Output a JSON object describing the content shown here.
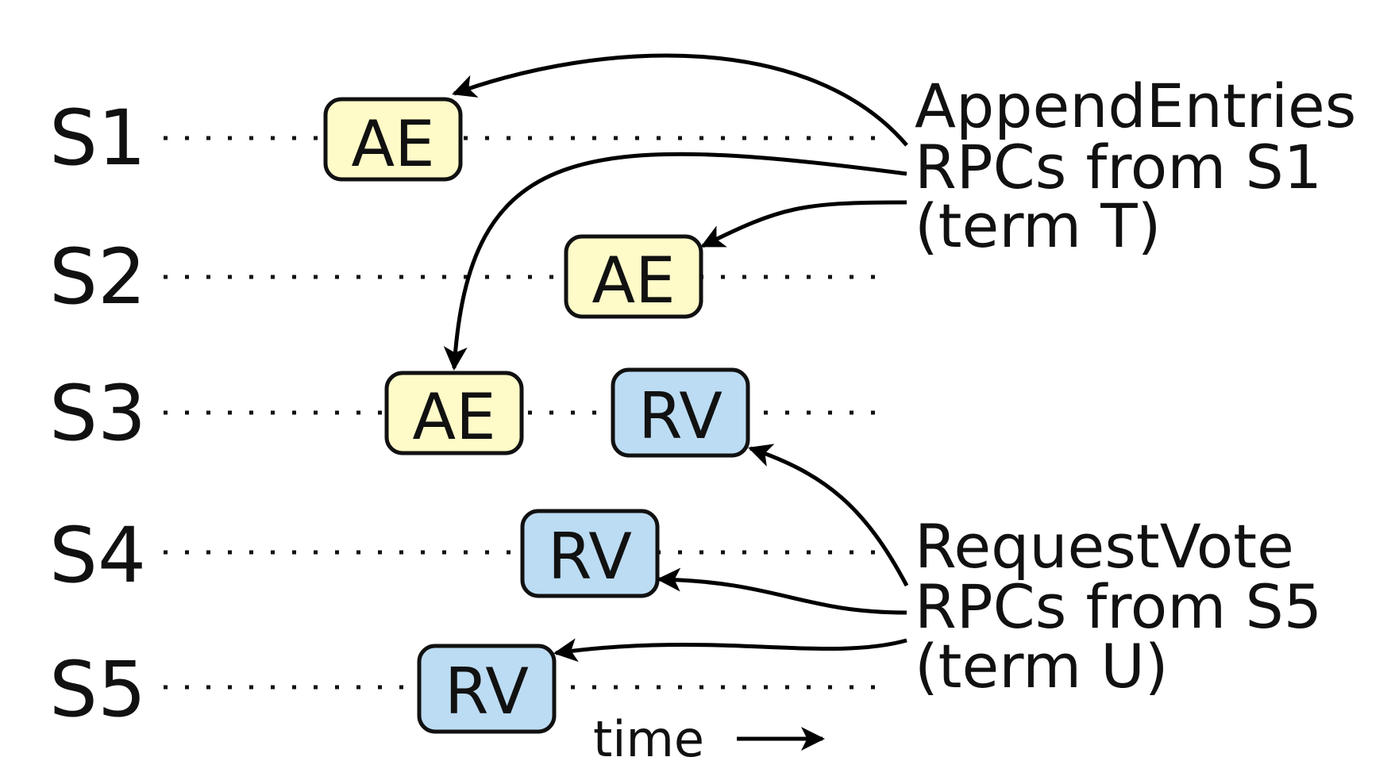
{
  "servers": [
    "S1",
    "S2",
    "S3",
    "S4",
    "S5"
  ],
  "messages": [
    {
      "server": "S1",
      "label": "AE",
      "kind": "append-entries"
    },
    {
      "server": "S2",
      "label": "AE",
      "kind": "append-entries"
    },
    {
      "server": "S3",
      "label": "AE",
      "kind": "append-entries"
    },
    {
      "server": "S3",
      "label": "RV",
      "kind": "request-vote"
    },
    {
      "server": "S4",
      "label": "RV",
      "kind": "request-vote"
    },
    {
      "server": "S5",
      "label": "RV",
      "kind": "request-vote"
    }
  ],
  "annotations": {
    "append_entries": [
      "AppendEntries",
      "RPCs from S1",
      "(term T)"
    ],
    "request_vote": [
      "RequestVote",
      "RPCs from S5",
      "(term U)"
    ]
  },
  "time_label": "time",
  "colors": {
    "append_entries_fill": "#fefbc8",
    "request_vote_fill": "#bcdcf3",
    "outline": "#111111"
  }
}
